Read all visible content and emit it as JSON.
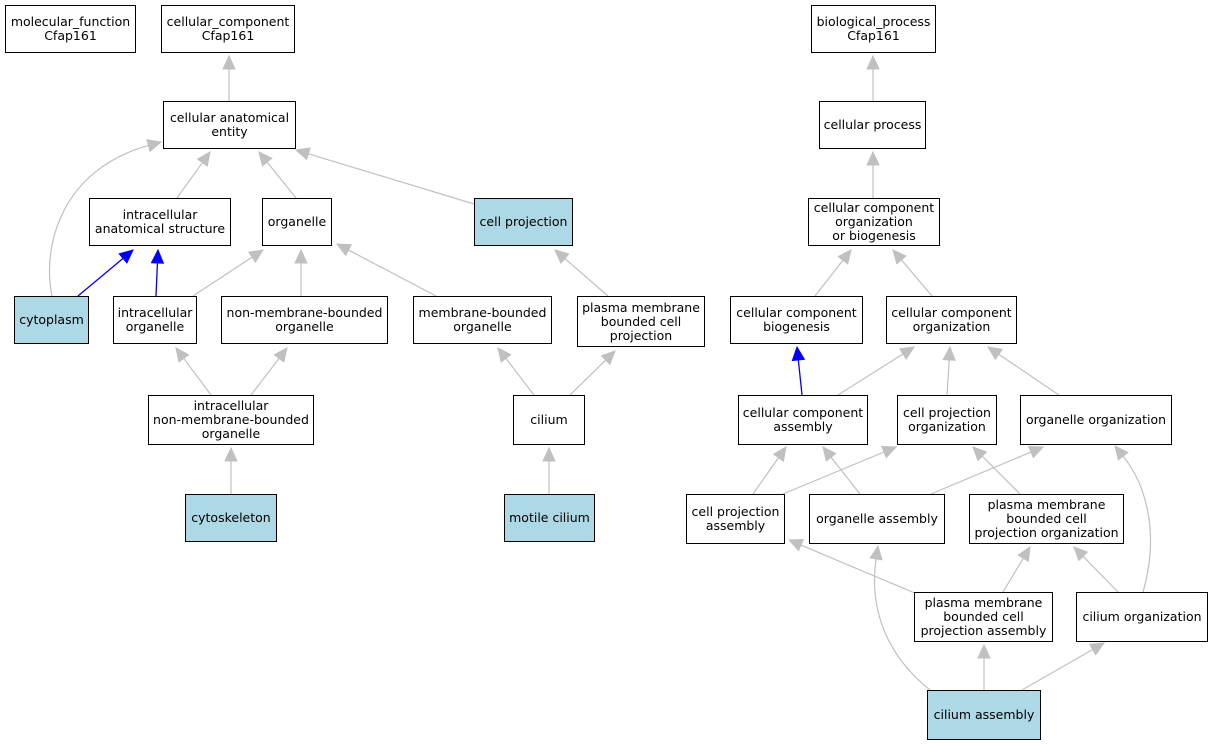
{
  "colors": {
    "highlight_fill": "#add8e6",
    "edge_default": "#c0c0c0",
    "edge_highlight": "#0000ff",
    "border": "#000000"
  },
  "nodes": [
    {
      "id": "mf_root",
      "label": "molecular_function\nCfap161",
      "highlighted": false
    },
    {
      "id": "cc_root",
      "label": "cellular_component\nCfap161",
      "highlighted": false
    },
    {
      "id": "bp_root",
      "label": "biological_process\nCfap161",
      "highlighted": false
    },
    {
      "id": "cae",
      "label": "cellular anatomical\nentity",
      "highlighted": false
    },
    {
      "id": "cellular_process",
      "label": "cellular process",
      "highlighted": false
    },
    {
      "id": "ias",
      "label": "intracellular\nanatomical structure",
      "highlighted": false
    },
    {
      "id": "organelle",
      "label": "organelle",
      "highlighted": false
    },
    {
      "id": "cell_projection",
      "label": "cell projection",
      "highlighted": true
    },
    {
      "id": "ccob",
      "label": "cellular component\norganization\nor biogenesis",
      "highlighted": false
    },
    {
      "id": "cytoplasm",
      "label": "cytoplasm",
      "highlighted": true
    },
    {
      "id": "intracellular_organelle",
      "label": "intracellular\norganelle",
      "highlighted": false
    },
    {
      "id": "nmbo",
      "label": "non-membrane-bounded\norganelle",
      "highlighted": false
    },
    {
      "id": "mbo",
      "label": "membrane-bounded\norganelle",
      "highlighted": false
    },
    {
      "id": "pmbcp",
      "label": "plasma membrane\nbounded cell\nprojection",
      "highlighted": false
    },
    {
      "id": "ccb",
      "label": "cellular component\nbiogenesis",
      "highlighted": false
    },
    {
      "id": "cco",
      "label": "cellular component\norganization",
      "highlighted": false
    },
    {
      "id": "inmbo",
      "label": "intracellular\nnon-membrane-bounded\norganelle",
      "highlighted": false
    },
    {
      "id": "cilium",
      "label": "cilium",
      "highlighted": false
    },
    {
      "id": "cca",
      "label": "cellular component\nassembly",
      "highlighted": false
    },
    {
      "id": "cpo",
      "label": "cell projection\norganization",
      "highlighted": false
    },
    {
      "id": "oo",
      "label": "organelle organization",
      "highlighted": false
    },
    {
      "id": "cytoskeleton",
      "label": "cytoskeleton",
      "highlighted": true
    },
    {
      "id": "motile_cilium",
      "label": "motile cilium",
      "highlighted": true
    },
    {
      "id": "cpa",
      "label": "cell projection\nassembly",
      "highlighted": false
    },
    {
      "id": "oa",
      "label": "organelle assembly",
      "highlighted": false
    },
    {
      "id": "pmbcpo",
      "label": "plasma membrane\nbounded cell\nprojection organization",
      "highlighted": false
    },
    {
      "id": "pmbcpa",
      "label": "plasma membrane\nbounded cell\nprojection assembly",
      "highlighted": false
    },
    {
      "id": "cilium_org",
      "label": "cilium organization",
      "highlighted": false
    },
    {
      "id": "cilium_assembly",
      "label": "cilium assembly",
      "highlighted": true
    }
  ],
  "edges": [
    {
      "from": "cae",
      "to": "cc_root",
      "highlighted": false
    },
    {
      "from": "ias",
      "to": "cae",
      "highlighted": false
    },
    {
      "from": "organelle",
      "to": "cae",
      "highlighted": false
    },
    {
      "from": "cell_projection",
      "to": "cae",
      "highlighted": false
    },
    {
      "from": "cytoplasm",
      "to": "cae",
      "highlighted": false
    },
    {
      "from": "cytoplasm",
      "to": "ias",
      "highlighted": true
    },
    {
      "from": "intracellular_organelle",
      "to": "ias",
      "highlighted": true
    },
    {
      "from": "intracellular_organelle",
      "to": "organelle",
      "highlighted": false
    },
    {
      "from": "nmbo",
      "to": "organelle",
      "highlighted": false
    },
    {
      "from": "mbo",
      "to": "organelle",
      "highlighted": false
    },
    {
      "from": "pmbcp",
      "to": "cell_projection",
      "highlighted": false
    },
    {
      "from": "inmbo",
      "to": "intracellular_organelle",
      "highlighted": false
    },
    {
      "from": "inmbo",
      "to": "nmbo",
      "highlighted": false
    },
    {
      "from": "cytoskeleton",
      "to": "inmbo",
      "highlighted": false
    },
    {
      "from": "cilium",
      "to": "mbo",
      "highlighted": false
    },
    {
      "from": "cilium",
      "to": "pmbcp",
      "highlighted": false
    },
    {
      "from": "motile_cilium",
      "to": "cilium",
      "highlighted": false
    },
    {
      "from": "cellular_process",
      "to": "bp_root",
      "highlighted": false
    },
    {
      "from": "ccob",
      "to": "cellular_process",
      "highlighted": false
    },
    {
      "from": "ccb",
      "to": "ccob",
      "highlighted": false
    },
    {
      "from": "cco",
      "to": "ccob",
      "highlighted": false
    },
    {
      "from": "cca",
      "to": "ccb",
      "highlighted": true
    },
    {
      "from": "cca",
      "to": "cco",
      "highlighted": false
    },
    {
      "from": "cpo",
      "to": "cco",
      "highlighted": false
    },
    {
      "from": "oo",
      "to": "cco",
      "highlighted": false
    },
    {
      "from": "cpa",
      "to": "cca",
      "highlighted": false
    },
    {
      "from": "cpa",
      "to": "cpo",
      "highlighted": false
    },
    {
      "from": "oa",
      "to": "cca",
      "highlighted": false
    },
    {
      "from": "oa",
      "to": "oo",
      "highlighted": false
    },
    {
      "from": "pmbcpo",
      "to": "cpo",
      "highlighted": false
    },
    {
      "from": "pmbcpa",
      "to": "cpa",
      "highlighted": false
    },
    {
      "from": "pmbcpa",
      "to": "pmbcpo",
      "highlighted": false
    },
    {
      "from": "cilium_org",
      "to": "pmbcpo",
      "highlighted": false
    },
    {
      "from": "cilium_org",
      "to": "oo",
      "highlighted": false
    },
    {
      "from": "cilium_assembly",
      "to": "oa",
      "highlighted": false
    },
    {
      "from": "cilium_assembly",
      "to": "pmbcpa",
      "highlighted": false
    },
    {
      "from": "cilium_assembly",
      "to": "cilium_org",
      "highlighted": false
    }
  ]
}
